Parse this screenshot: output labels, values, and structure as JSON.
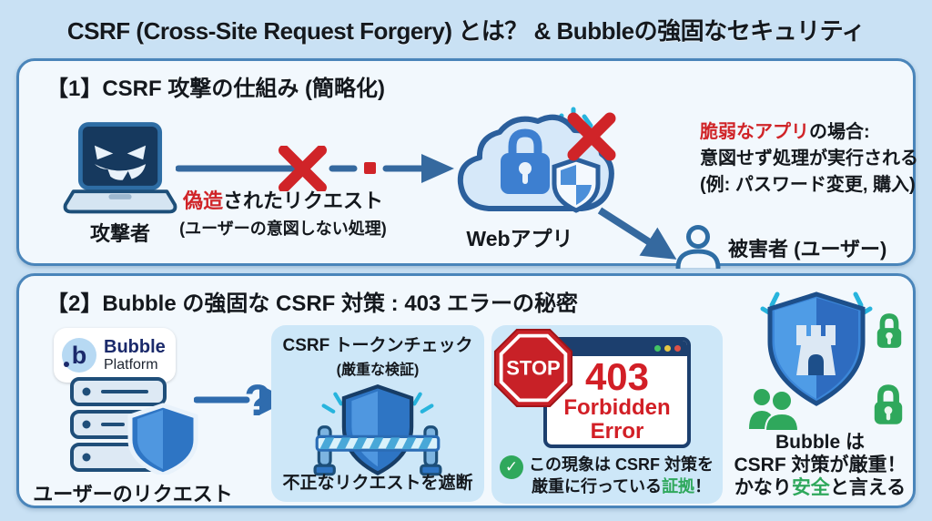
{
  "title": "CSRF (Cross-Site Request Forgery) とは？ & Bubbleの強固なセキュリティ",
  "panel1": {
    "heading": "【1】CSRF 攻撃の仕組み (簡略化)",
    "attacker_label": "攻撃者",
    "forged_request_red": "偽造",
    "forged_request_rest": "されたリクエスト",
    "forged_request_sub": "(ユーザーの意図しない処理)",
    "webapp_label": "Webアプリ",
    "vuln_red": "脆弱なアプリ",
    "vuln_rest": "の場合:",
    "vuln_line2": "意図せず処理が実行される",
    "vuln_line3": "(例: パスワード変更, 購入)",
    "victim_label": "被害者 (ユーザー)"
  },
  "panel2": {
    "heading": "【2】Bubble の強固な CSRF 対策 : 403 エラーの秘密",
    "bubble_letter": "b",
    "bubble_name": "Bubble",
    "bubble_sub": "Platform",
    "user_request_label": "ユーザーのリクエスト",
    "question_mark": "?",
    "token_title": "CSRF トークンチェック",
    "token_sub": "(厳重な検証)",
    "token_caption": "不正なリクエストを遮断",
    "stop_label": "STOP",
    "error_code": "403",
    "error_line1": "Forbidden",
    "error_line2": "Error",
    "check_glyph": "✓",
    "evidence_line1": "この現象は CSRF 対策を",
    "evidence_line2_pre": "厳重に行っている",
    "evidence_line2_green": "証拠",
    "evidence_line2_post": "！",
    "conclusion_line1": "Bubble は",
    "conclusion_line2": "CSRF 対策が厳重！",
    "conclusion_line3_pre": "かなり",
    "conclusion_line3_green": "安全",
    "conclusion_line3_post": "と言える"
  },
  "colors": {
    "background": "#c9e1f4",
    "panel_bg": "#f2f8fd",
    "panel_border": "#4a85ba",
    "arrow_blue": "#35699f",
    "alert_red": "#d02428",
    "error_red": "#d21f26",
    "success_green": "#2fa85c",
    "navy": "#1c3f6e",
    "sparkle_cyan": "#27b4dd",
    "bubble_navy": "#1b2a6b",
    "box_bg": "#cde7f8"
  }
}
